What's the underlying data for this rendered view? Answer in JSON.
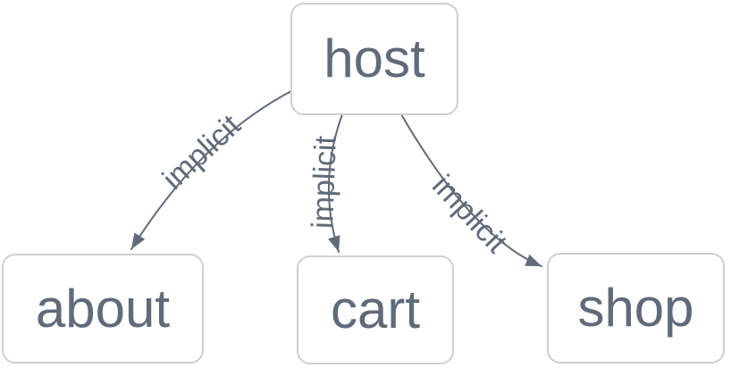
{
  "diagram": {
    "type": "dependency-graph",
    "nodes": [
      {
        "id": "host",
        "label": "host"
      },
      {
        "id": "about",
        "label": "about"
      },
      {
        "id": "cart",
        "label": "cart"
      },
      {
        "id": "shop",
        "label": "shop"
      }
    ],
    "edges": [
      {
        "from": "host",
        "to": "about",
        "label": "implicit"
      },
      {
        "from": "host",
        "to": "cart",
        "label": "implicit"
      },
      {
        "from": "host",
        "to": "shop",
        "label": "implicit"
      }
    ],
    "colors": {
      "background": "#ffffff",
      "node_fill": "#ffffff",
      "node_border": "#cfcfcf",
      "node_text": "#5f6b7a",
      "edge_stroke": "#5f6b7a",
      "edge_label_text": "#5f6b7a"
    }
  }
}
